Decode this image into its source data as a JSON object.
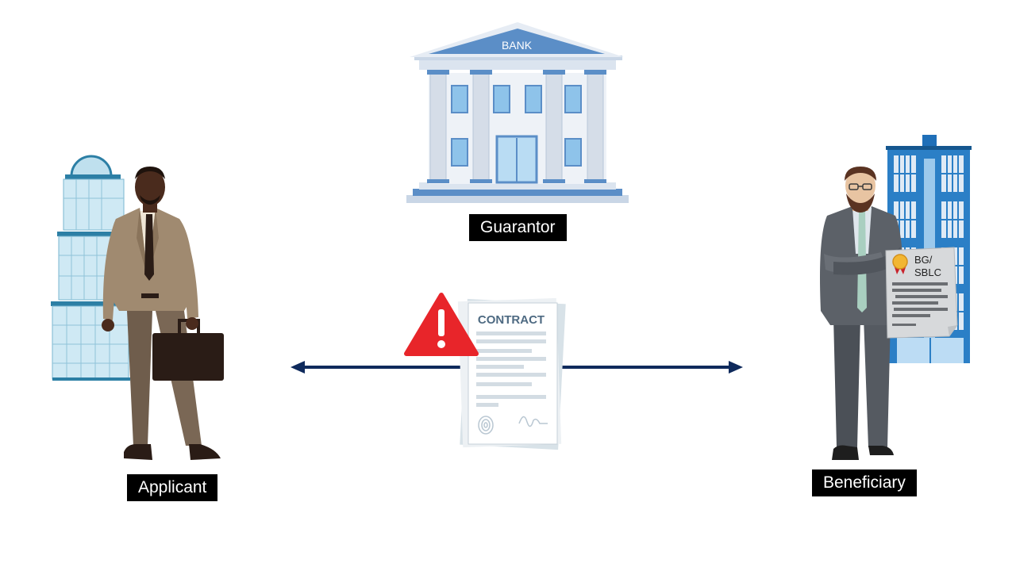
{
  "roles": {
    "guarantor": "Guarantor",
    "applicant": "Applicant",
    "beneficiary": "Beneficiary"
  },
  "bank_sign": "BANK",
  "contract_title": "CONTRACT",
  "guarantee_doc": {
    "line1": "BG/",
    "line2": "SBLC"
  },
  "colors": {
    "label_bg": "#000000",
    "label_text": "#ffffff",
    "arrow": "#0f2a5c",
    "warning": "#e8252a",
    "bank_blue": "#5b8ec7",
    "building_blue": "#1f6fb8"
  },
  "icons": [
    "bank-icon",
    "warning-icon",
    "contract-icon",
    "tower-icon",
    "office-building-icon",
    "briefcase-icon",
    "seal-icon"
  ]
}
